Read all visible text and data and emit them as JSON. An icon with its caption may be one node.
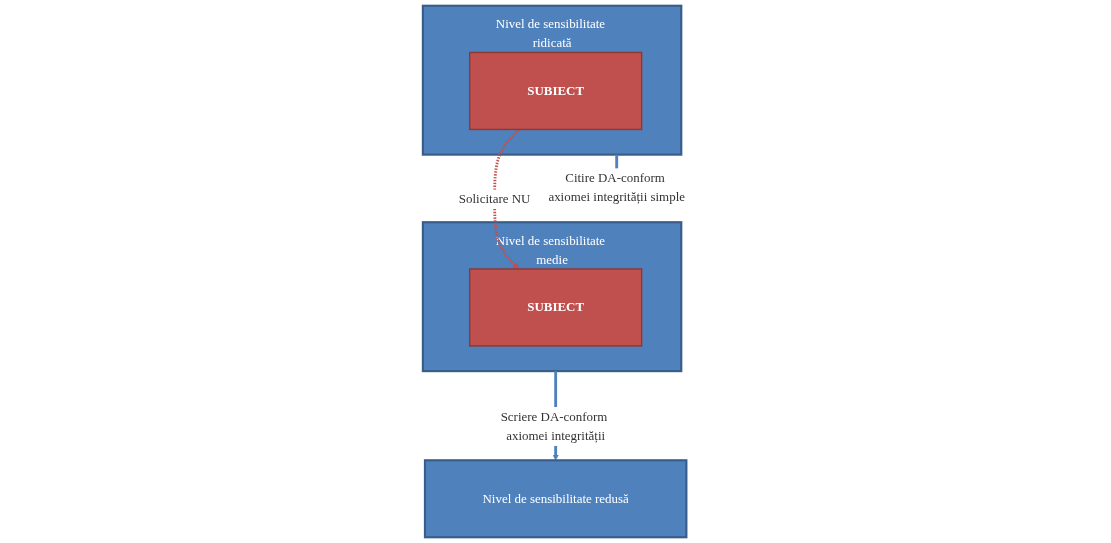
{
  "diagram": {
    "nodes": [
      {
        "text": [
          "Nivel de sensibilitate ridicată"
        ]
      },
      {
        "text": [
          "SUBIECT"
        ],
        "in": 0
      },
      {
        "text": [
          "Nivel de sensibilitate medie"
        ]
      },
      {
        "text": [
          "SUBIECT"
        ],
        "in": 2
      },
      {
        "text": [
          "Nivel de sensibilitate redusă"
        ]
      }
    ],
    "edges": [
      {
        "from": 0,
        "to": 2,
        "arrow": "to",
        "label": "Citire DA-conform axiomei integrității simple"
      },
      {
        "from": 1,
        "to": 3,
        "arrow": "to",
        "label": "Solicitare NU",
        "style": "dashed",
        "color": "#c0504d"
      },
      {
        "from": 2,
        "to": 4,
        "arrow": "to",
        "label": "Scriere DA-conform axiomei integrității"
      }
    ]
  }
}
